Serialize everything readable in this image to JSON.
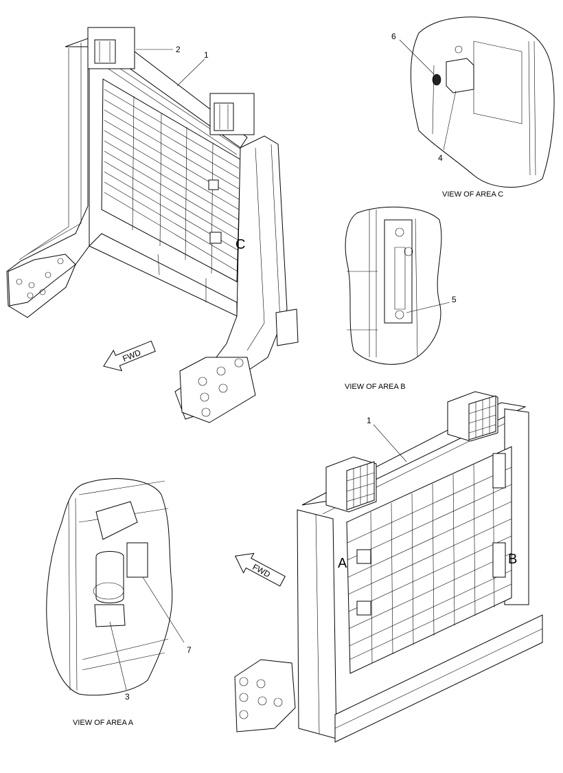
{
  "callouts": {
    "c1_top": "1",
    "c2": "2",
    "c6": "6",
    "c4": "4",
    "c5": "5",
    "c1_bottom": "1",
    "c7": "7",
    "c3": "3"
  },
  "area_letters": {
    "c": "C",
    "a": "A",
    "b": "B"
  },
  "captions": {
    "view_c": "VIEW OF AREA  C",
    "view_b": "VIEW OF AREA  B",
    "view_a": "VIEW OF AREA  A"
  },
  "arrows": {
    "fwd_top": "FWD",
    "fwd_bottom": "FWD"
  }
}
